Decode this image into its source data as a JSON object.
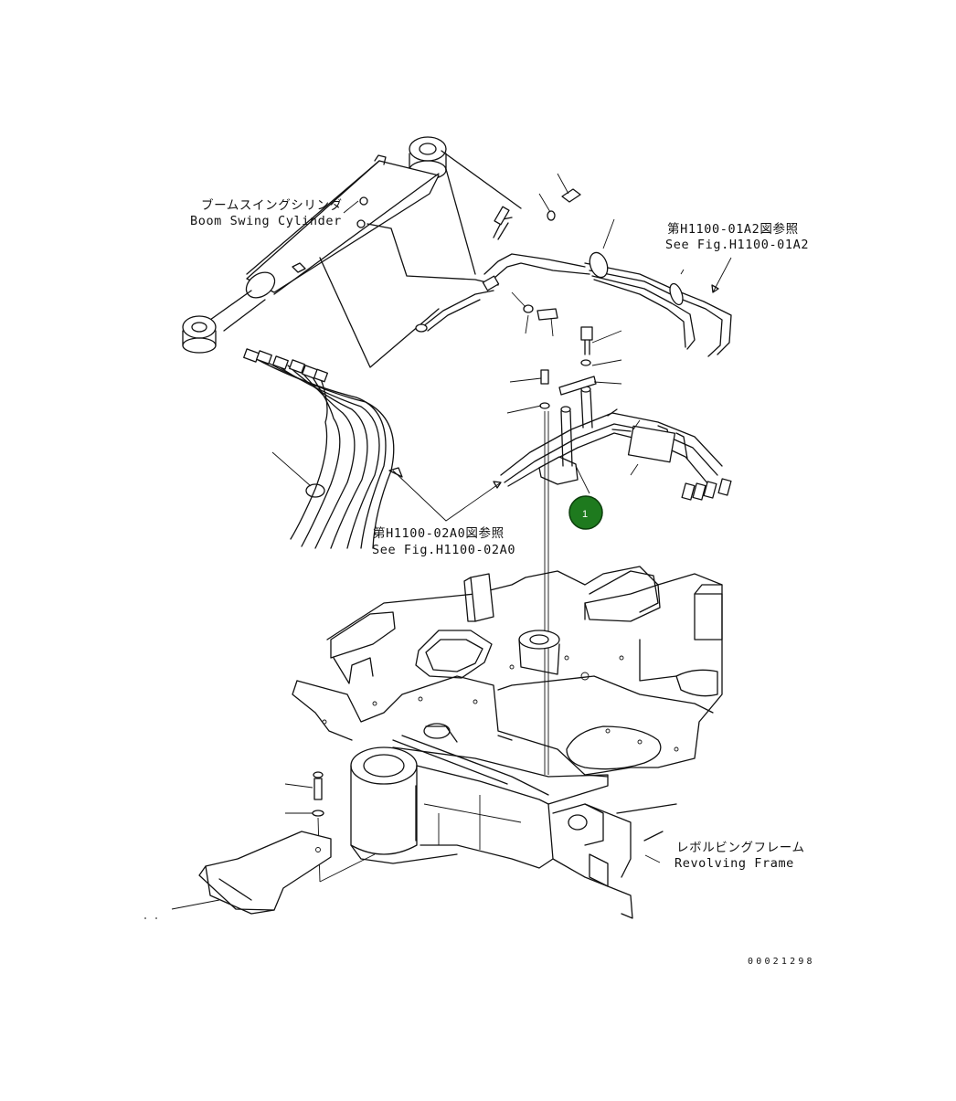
{
  "labels": {
    "boom_swing_jp": "ブームスイングシリンダ",
    "boom_swing_en": "Boom Swing Cylinder",
    "ref_a2_jp": "第H1100-01A2図参照",
    "ref_a2_en": "See Fig.H1100-01A2",
    "ref_a0_jp": "第H1100-02A0図参照",
    "ref_a0_en": "See Fig.H1100-02A0",
    "frame_jp": "レボルビングフレーム",
    "frame_en": "Revolving Frame"
  },
  "callout": {
    "number": "1",
    "color": "#1e7a1e"
  },
  "drawing_code": "00021298"
}
